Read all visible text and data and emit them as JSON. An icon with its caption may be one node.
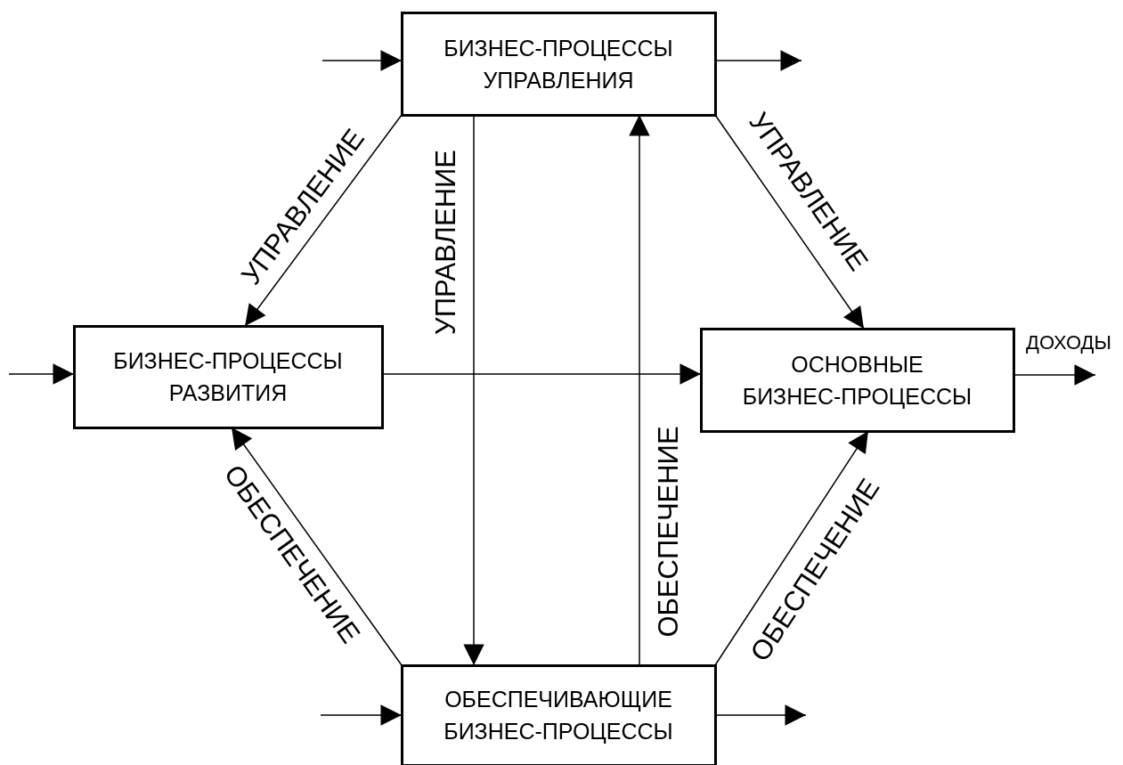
{
  "diagram": {
    "nodes": [
      {
        "text": [
          "БИЗНЕС-ПРОЦЕССЫ УПРАВЛЕНИЯ"
        ]
      },
      {
        "text": [
          "БИЗНЕС-ПРОЦЕССЫ РАЗВИТИЯ"
        ]
      },
      {
        "text": [
          "ОСНОВНЫЕ БИЗНЕС-ПРОЦЕССЫ"
        ]
      },
      {
        "text": [
          "ОБЕСПЕЧИВАЮЩИЕ БИЗНЕС-ПРОЦЕССЫ"
        ]
      }
    ],
    "edges": [
      {
        "from": null,
        "to": 0,
        "arrow": "to"
      },
      {
        "from": 0,
        "to": null,
        "arrow": "to"
      },
      {
        "from": null,
        "to": 1,
        "arrow": "to"
      },
      {
        "from": 0,
        "to": 1,
        "arrow": "to",
        "label": "УПРАВЛЕНИЕ"
      },
      {
        "from": 0,
        "to": 3,
        "arrow": "to",
        "label": "УПРАВЛЕНИЕ"
      },
      {
        "from": 0,
        "to": 2,
        "arrow": "to",
        "label": "УПРАВЛЕНИЕ"
      },
      {
        "from": 1,
        "to": 2,
        "arrow": "to"
      },
      {
        "from": 2,
        "to": null,
        "arrow": "to",
        "label": "ДОХОДЫ"
      },
      {
        "from": 3,
        "to": 1,
        "arrow": "to",
        "label": "ОБЕСПЕЧЕНИЕ"
      },
      {
        "from": 3,
        "to": 0,
        "arrow": "to",
        "label": "ОБЕСПЕЧЕНИЕ"
      },
      {
        "from": 3,
        "to": 2,
        "arrow": "to",
        "label": "ОБЕСПЕЧЕНИЕ"
      },
      {
        "from": null,
        "to": 3,
        "arrow": "to"
      },
      {
        "from": 3,
        "to": null,
        "arrow": "to"
      }
    ]
  }
}
